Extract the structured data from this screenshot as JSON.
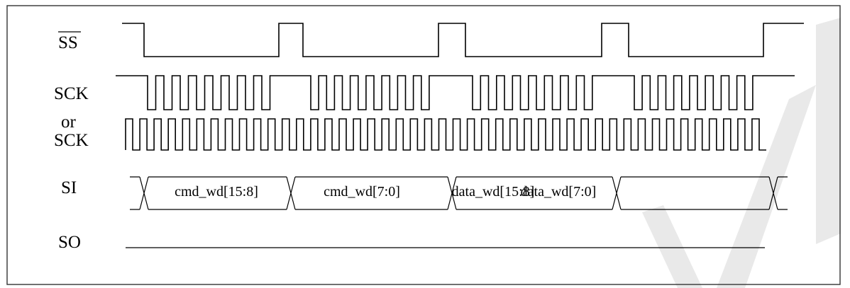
{
  "diagram": {
    "signals": [
      {
        "id": "ss",
        "label": "SS",
        "overbar": true
      },
      {
        "id": "sck1",
        "label": "SCK"
      },
      {
        "id": "or",
        "label": "or"
      },
      {
        "id": "sck2",
        "label": "SCK"
      },
      {
        "id": "si",
        "label": "SI"
      },
      {
        "id": "so",
        "label": "SO"
      }
    ],
    "si_segments": [
      {
        "label": "cmd_wd[15:8]"
      },
      {
        "label": "cmd_wd[7:0]"
      },
      {
        "label": "data_wd[15:8]"
      },
      {
        "label": "data_wd[7:0]"
      },
      {
        "label": ""
      }
    ],
    "ss_frames": 4,
    "sck_pulses_per_frame": 8,
    "colors": {
      "line": "#000000",
      "watermark": "#e9e9e9",
      "frame": "#333333"
    }
  }
}
